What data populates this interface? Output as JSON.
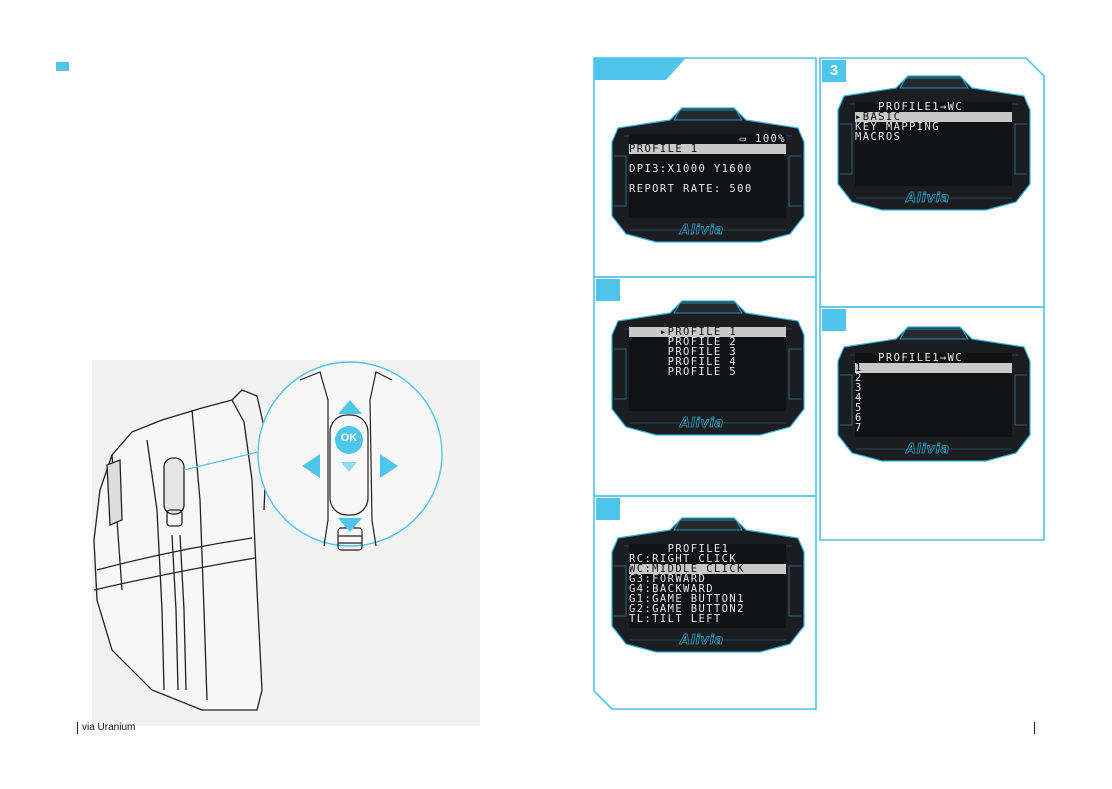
{
  "colors": {
    "accent": "#50c5ec",
    "panel_line": "#4cc3ea",
    "screen_bg": "#101214"
  },
  "footer": {
    "brand": "via Uranium"
  },
  "mouse": {
    "ok_label": "OK",
    "icons": [
      "arrow-up-icon",
      "arrow-down-icon",
      "arrow-left-icon",
      "arrow-right-icon"
    ]
  },
  "panels": [
    {
      "step": "",
      "screen": {
        "logo": "Alivia",
        "battery": "100%",
        "rows": [
          {
            "text": "PROFILE 1",
            "hl": true
          },
          {
            "text": "",
            "hl": false
          },
          {
            "text": "DPI3:X1000 Y1600",
            "hl": false
          },
          {
            "text": "",
            "hl": false
          },
          {
            "text": "REPORT RATE: 500",
            "hl": false
          }
        ]
      }
    },
    {
      "step": "",
      "screen": {
        "logo": "Alivia",
        "rows": [
          {
            "text": "    ▸PROFILE 1",
            "hl": true
          },
          {
            "text": "     PROFILE 2",
            "hl": false
          },
          {
            "text": "     PROFILE 3",
            "hl": false
          },
          {
            "text": "     PROFILE 4",
            "hl": false
          },
          {
            "text": "     PROFILE 5",
            "hl": false
          }
        ]
      }
    },
    {
      "step": "",
      "screen": {
        "logo": "Alivia",
        "rows": [
          {
            "text": "     PROFILE1",
            "hl": false
          },
          {
            "text": "RC:RIGHT CLICK",
            "hl": false
          },
          {
            "text": "WC:MIDDLE CLICK",
            "hl": true
          },
          {
            "text": "G3:FORWARD",
            "hl": false
          },
          {
            "text": "G4:BACKWARD",
            "hl": false
          },
          {
            "text": "G1:GAME BUTTON1",
            "hl": false
          },
          {
            "text": "G2:GAME BUTTON2",
            "hl": false
          },
          {
            "text": "TL:TILT LEFT",
            "hl": false
          }
        ]
      }
    },
    {
      "step": "3",
      "screen": {
        "logo": "Alivia",
        "rows": [
          {
            "text": "   PROFILE1→WC",
            "hl": false
          },
          {
            "text": "▸BASIC",
            "hl": true
          },
          {
            "text": "KEY MAPPING",
            "hl": false
          },
          {
            "text": "MACROS",
            "hl": false
          }
        ]
      }
    },
    {
      "step": "",
      "screen": {
        "logo": "Alivia",
        "rows": [
          {
            "text": "   PROFILE1→WC",
            "hl": false
          },
          {
            "text": "1",
            "hl": true
          },
          {
            "text": "2",
            "hl": false
          },
          {
            "text": "3",
            "hl": false
          },
          {
            "text": "4",
            "hl": false
          },
          {
            "text": "5",
            "hl": false
          },
          {
            "text": "6",
            "hl": false
          },
          {
            "text": "7",
            "hl": false
          }
        ]
      }
    }
  ]
}
